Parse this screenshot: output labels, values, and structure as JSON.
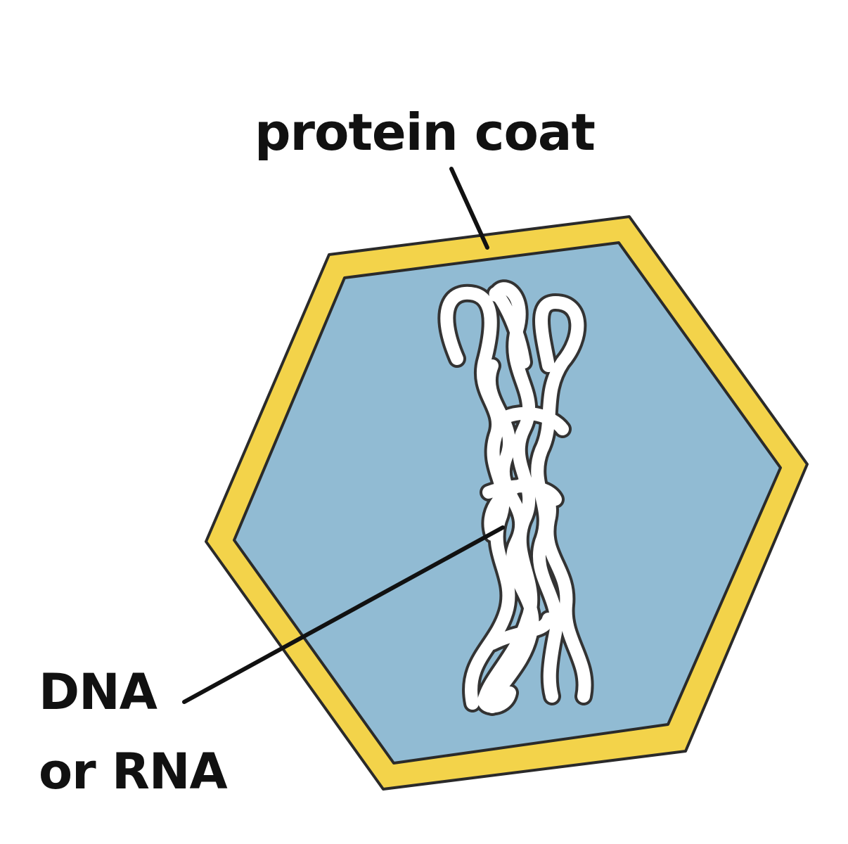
{
  "labels": {
    "protein_coat": "protein coat",
    "dna_line1": "DNA",
    "dna_line2": "or RNA"
  },
  "colors": {
    "coat_yellow": "#f3d34a",
    "capsid_blue": "#91bbd3",
    "outline": "#2a2a2a",
    "strand_fill": "#ffffff",
    "strand_outline": "#333333",
    "leader_line": "#111111"
  }
}
